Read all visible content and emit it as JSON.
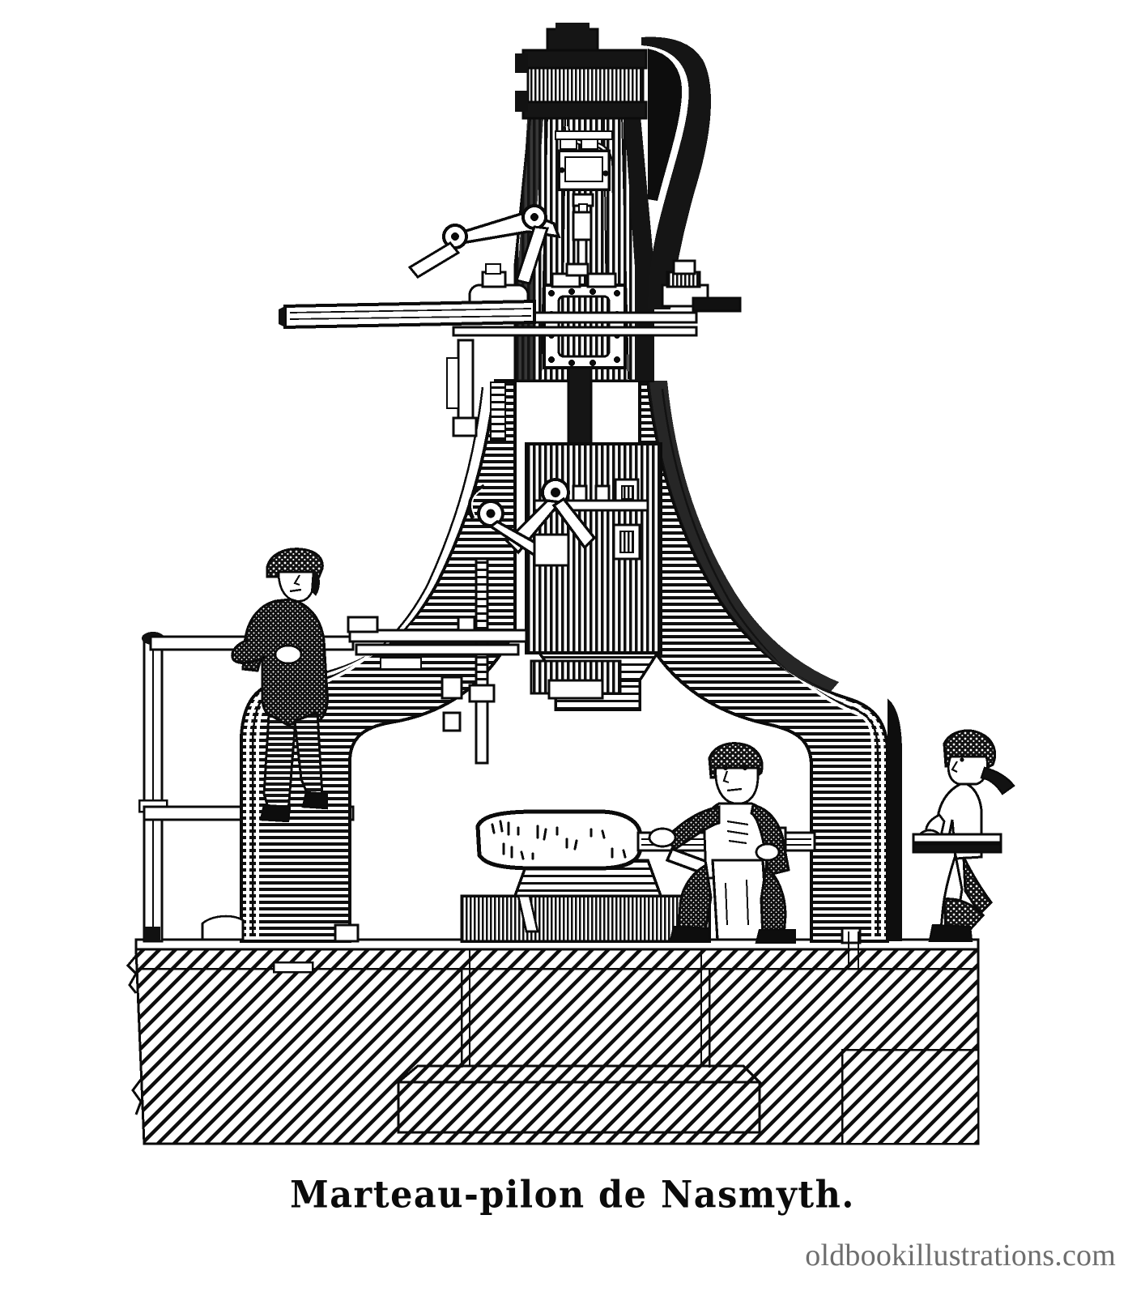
{
  "illustration": {
    "caption": "Marteau-pilon de Nasmyth.",
    "watermark": "oldbookillustrations.com",
    "title": "Marteau-pilon de Nasmyth",
    "medium": "wood engraving",
    "background_color": "#ffffff",
    "ink_color": "#0b0b0b",
    "watermark_color": "#6e6e6e",
    "subject": "Nasmyth steam hammer with three workmen in a forge",
    "parts": [
      {
        "name": "steam-cylinder-head",
        "label": "cylinder head with valve chest"
      },
      {
        "name": "valve-gear-linkage",
        "label": "valve gear linkage"
      },
      {
        "name": "control-lever-arm",
        "label": "long horizontal control lever"
      },
      {
        "name": "hammer-tup",
        "label": "hammer tup (falling block)"
      },
      {
        "name": "anvil-block",
        "label": "anvil block"
      },
      {
        "name": "forging-workpiece",
        "label": "hot forging held in tongs"
      },
      {
        "name": "frame-leg-left",
        "label": "left S-curved frame leg"
      },
      {
        "name": "frame-leg-right",
        "label": "right S-curved frame leg"
      },
      {
        "name": "masonry-foundation",
        "label": "hatched masonry foundation"
      },
      {
        "name": "platform-railing",
        "label": "platform railing at left"
      }
    ],
    "figures": [
      {
        "name": "operator-on-platform",
        "label": "operator in cap leaning on railing"
      },
      {
        "name": "smith-with-tongs",
        "label": "smith in apron holding tongs"
      },
      {
        "name": "assistant-at-right",
        "label": "assistant leaning over bar at right"
      }
    ]
  }
}
